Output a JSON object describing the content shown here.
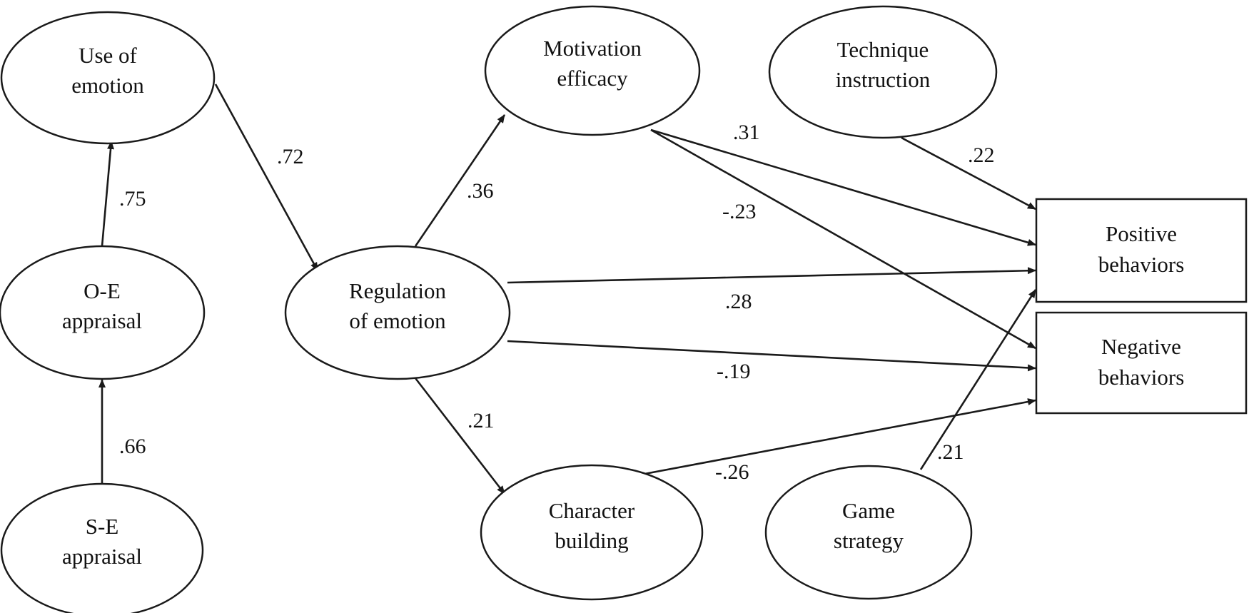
{
  "nodes": {
    "use_of_emotion": {
      "lines": [
        "Use of",
        "emotion"
      ]
    },
    "oe_appraisal": {
      "lines": [
        "O-E",
        "appraisal"
      ]
    },
    "se_appraisal": {
      "lines": [
        "S-E",
        "appraisal"
      ]
    },
    "regulation_of_emotion": {
      "lines": [
        "Regulation",
        "of emotion"
      ]
    },
    "motivation_efficacy": {
      "lines": [
        "Motivation",
        "efficacy"
      ]
    },
    "technique_instruction": {
      "lines": [
        "Technique",
        "instruction"
      ]
    },
    "character_building": {
      "lines": [
        "Character",
        "building"
      ]
    },
    "game_strategy": {
      "lines": [
        "Game",
        "strategy"
      ]
    },
    "positive_behaviors": {
      "lines": [
        "Positive",
        "behaviors"
      ]
    },
    "negative_behaviors": {
      "lines": [
        "Negative",
        "behaviors"
      ]
    }
  },
  "edges": [
    {
      "from": "se_appraisal",
      "to": "oe_appraisal",
      "coefficient": ".66"
    },
    {
      "from": "oe_appraisal",
      "to": "use_of_emotion",
      "coefficient": ".75"
    },
    {
      "from": "use_of_emotion",
      "to": "regulation_of_emotion",
      "coefficient": ".72"
    },
    {
      "from": "regulation_of_emotion",
      "to": "motivation_efficacy",
      "coefficient": ".36"
    },
    {
      "from": "regulation_of_emotion",
      "to": "character_building",
      "coefficient": ".21"
    },
    {
      "from": "regulation_of_emotion",
      "to": "positive_behaviors",
      "coefficient": ".28"
    },
    {
      "from": "regulation_of_emotion",
      "to": "negative_behaviors",
      "coefficient": "-.19"
    },
    {
      "from": "motivation_efficacy",
      "to": "positive_behaviors",
      "coefficient": ".31"
    },
    {
      "from": "motivation_efficacy",
      "to": "negative_behaviors",
      "coefficient": "-.23"
    },
    {
      "from": "technique_instruction",
      "to": "positive_behaviors",
      "coefficient": ".22"
    },
    {
      "from": "character_building",
      "to": "negative_behaviors",
      "coefficient": "-.26"
    },
    {
      "from": "game_strategy",
      "to": "positive_behaviors",
      "coefficient": ".21"
    }
  ]
}
